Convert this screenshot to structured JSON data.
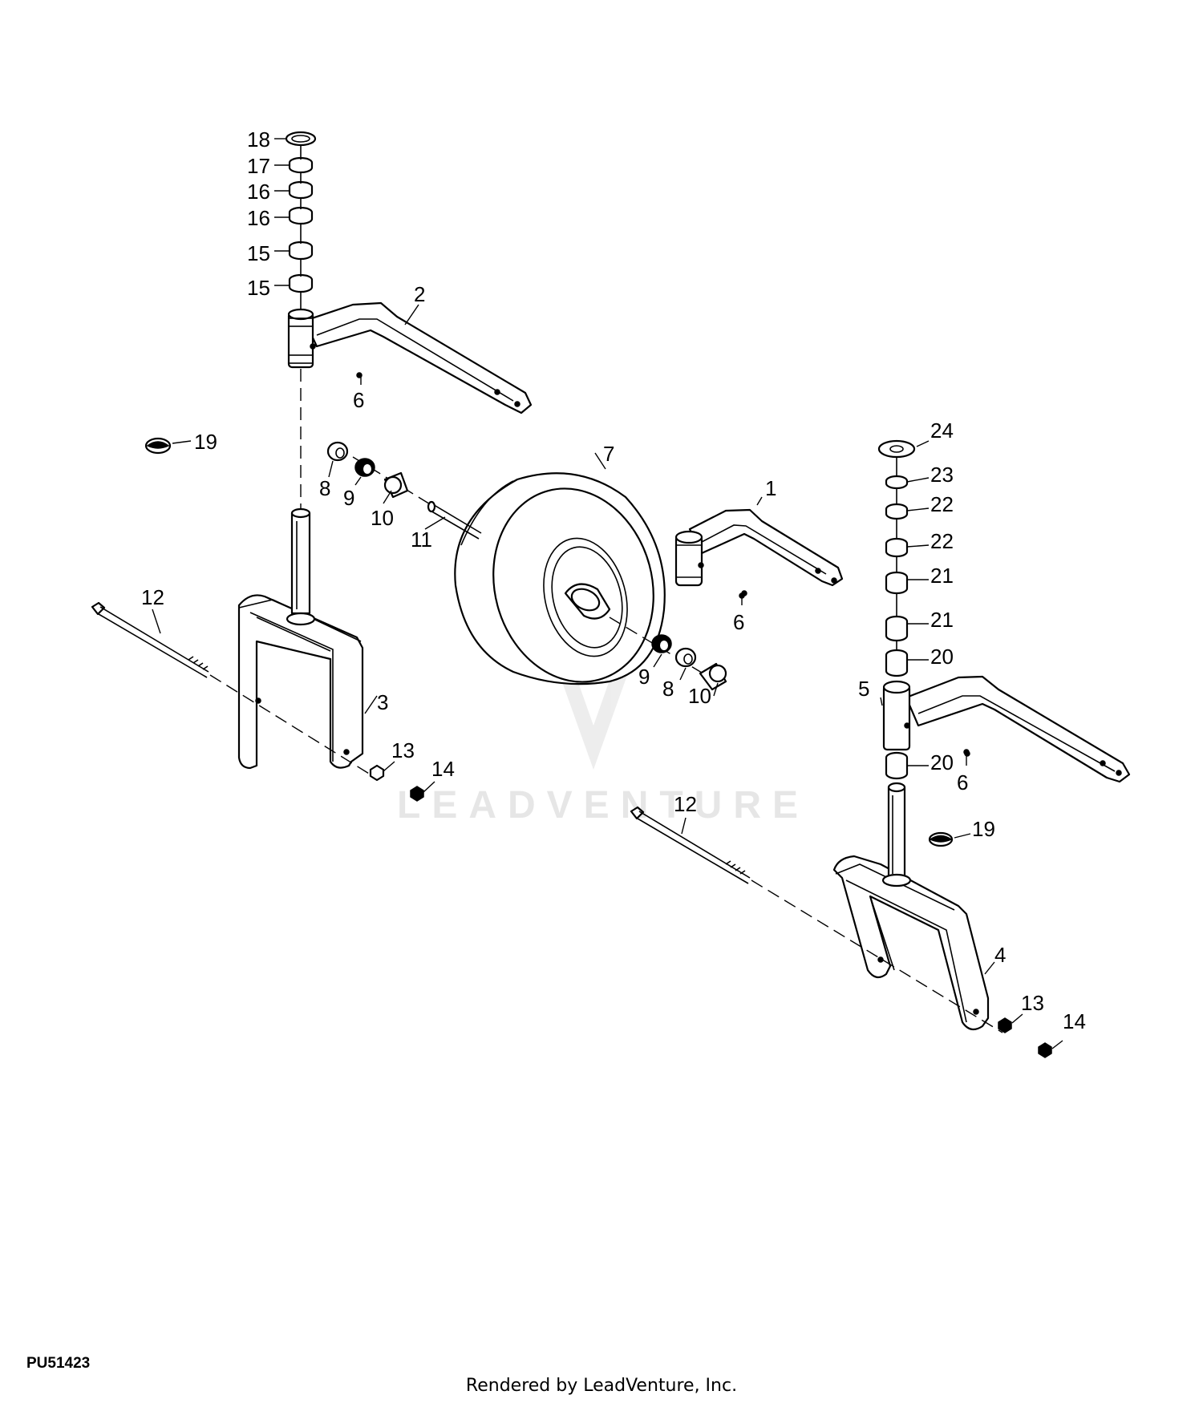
{
  "diagram": {
    "code": "PU51423",
    "footer": "Rendered by LeadVenture, Inc.",
    "watermark": "LEADVENTURE",
    "labels": [
      "18",
      "17",
      "16",
      "16",
      "15",
      "15",
      "2",
      "6",
      "19",
      "8",
      "9",
      "10",
      "11",
      "7",
      "1",
      "6",
      "12",
      "3",
      "13",
      "14",
      "9",
      "8",
      "10",
      "24",
      "23",
      "22",
      "22",
      "21",
      "21",
      "20",
      "5",
      "20",
      "6",
      "12",
      "19",
      "4",
      "13",
      "14"
    ]
  }
}
